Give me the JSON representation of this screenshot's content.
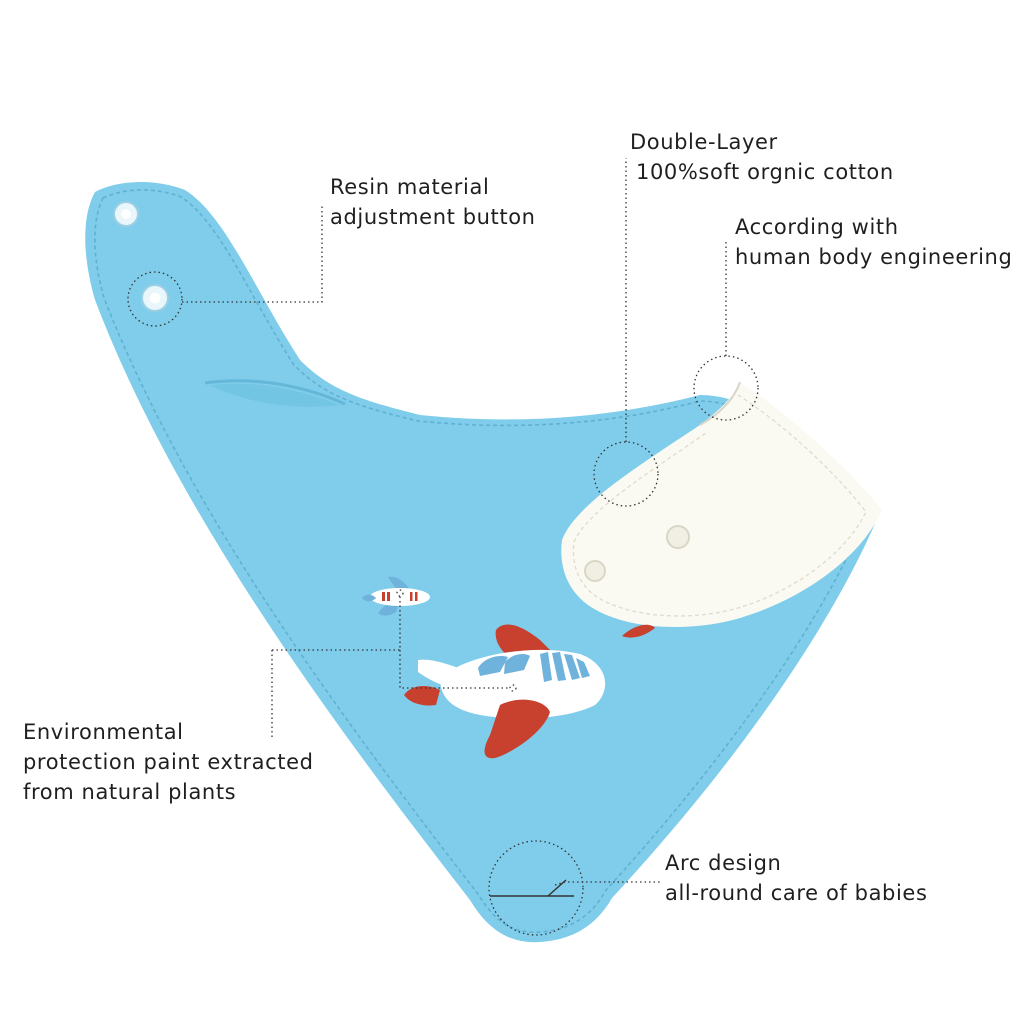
{
  "callouts": {
    "resin_button": {
      "line1": "Resin material",
      "line2": "adjustment button"
    },
    "double_layer": {
      "line1": "Double-Layer",
      "line2": "100%soft orgnic cotton"
    },
    "body_engineering": {
      "line1": "According with",
      "line2": "human body engineering"
    },
    "paint": {
      "line1": "Environmental",
      "line2": "protection paint extracted",
      "line3": "from natural plants"
    },
    "arc_design": {
      "line1": "Arc design",
      "line2": "all-round care of babies"
    }
  },
  "colors": {
    "bib_blue": "#7fcdea",
    "bib_blue_shadow": "#6dbfde",
    "lining_white": "#fbfaf2",
    "plane_red": "#c8412e",
    "plane_stripe": "#6fb2dc",
    "leader_line": "#333333"
  }
}
